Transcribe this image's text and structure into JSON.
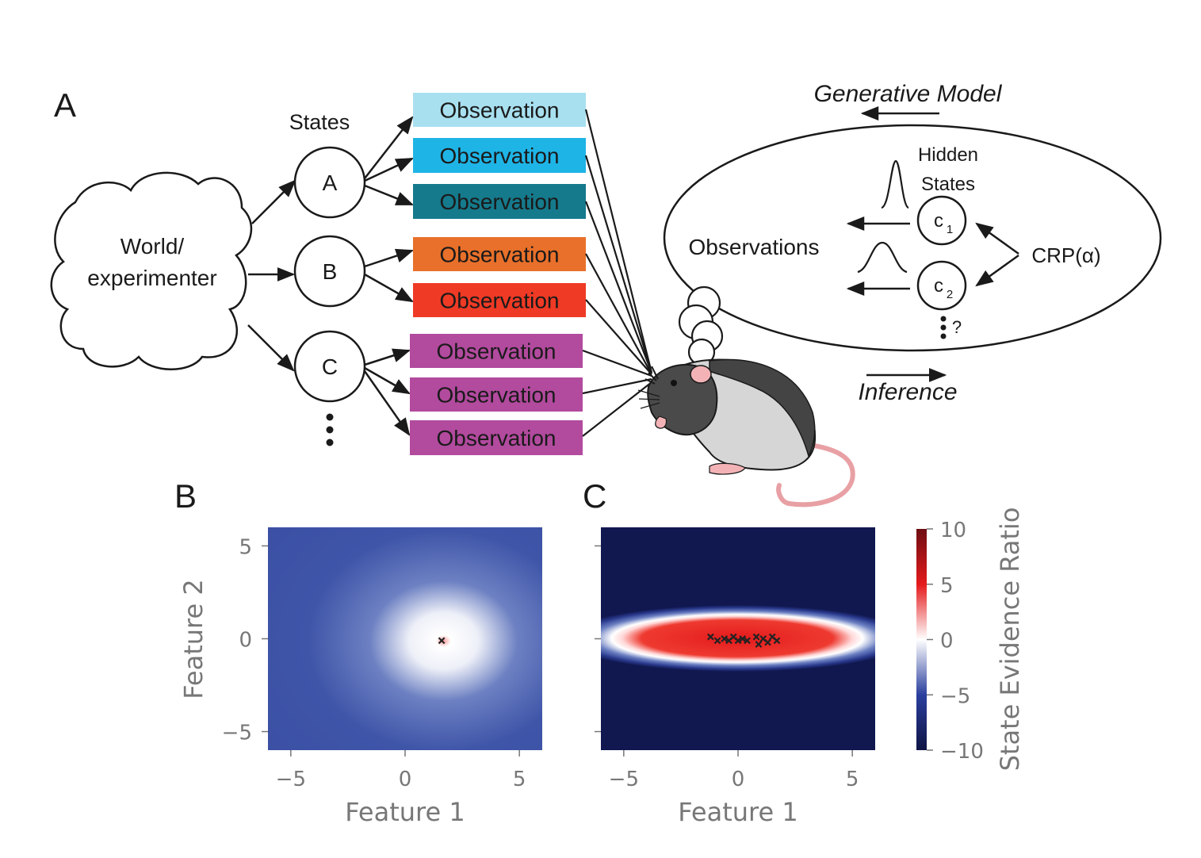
{
  "panels": {
    "a": {
      "letter": "A",
      "world_label_line1": "World/",
      "world_label_line2": "experimenter",
      "states_heading": "States",
      "states": [
        "A",
        "B",
        "C"
      ],
      "observation_label": "Observation",
      "observation_colors": [
        "#a8e0f0",
        "#1fb4e6",
        "#157a8c",
        "#e9702a",
        "#ef3a25",
        "#b24a9e",
        "#b24a9e",
        "#b24a9e"
      ],
      "generative_model_label": "Generative Model",
      "inference_label": "Inference",
      "bubble": {
        "observations_label": "Observations",
        "hidden_states_line1": "Hidden",
        "hidden_states_line2": "States",
        "cluster_1_main": "c",
        "cluster_1_sub": "1",
        "cluster_2_main": "c",
        "cluster_2_sub": "2",
        "prior_label": "CRP(α)",
        "unknown_mark": "?"
      }
    },
    "b": {
      "letter": "B"
    },
    "c": {
      "letter": "C"
    }
  },
  "chart_data": [
    {
      "type": "heatmap",
      "panel": "B",
      "xlabel": "Feature 1",
      "ylabel": "Feature 2",
      "xlim": [
        -6,
        6
      ],
      "ylim": [
        -6,
        6
      ],
      "xticks": [
        -5,
        0,
        5
      ],
      "yticks": [
        -5,
        0,
        5
      ],
      "xtick_labels": [
        "−5",
        "0",
        "5"
      ],
      "ytick_labels": [
        "5",
        "0",
        "−5"
      ],
      "points": [
        [
          1.6,
          -0.1
        ]
      ]
    },
    {
      "type": "heatmap",
      "panel": "C",
      "xlabel": "Feature 1",
      "ylabel": "",
      "xlim": [
        -6,
        6
      ],
      "ylim": [
        -6,
        6
      ],
      "xticks": [
        -5,
        0,
        5
      ],
      "xtick_labels": [
        "−5",
        "0",
        "5"
      ],
      "points": [
        [
          -1.2,
          0.1
        ],
        [
          -0.9,
          -0.1
        ],
        [
          -0.6,
          0.0
        ],
        [
          -0.4,
          -0.1
        ],
        [
          -0.2,
          0.1
        ],
        [
          0.0,
          -0.1
        ],
        [
          0.2,
          0.0
        ],
        [
          0.4,
          -0.1
        ],
        [
          0.8,
          0.1
        ],
        [
          0.9,
          -0.3
        ],
        [
          1.1,
          0.0
        ],
        [
          1.3,
          -0.2
        ],
        [
          1.5,
          0.1
        ],
        [
          1.7,
          -0.1
        ]
      ],
      "colorbar": {
        "label": "State Evidence Ratio",
        "range": [
          -10,
          10
        ],
        "ticks": [
          10,
          5,
          0,
          -5,
          -10
        ],
        "tick_labels": [
          "10",
          "5",
          "0",
          "−5",
          "−10"
        ],
        "colors": [
          "#6e0e12",
          "#e41a1c",
          "#ffffff",
          "#2a3f9e",
          "#0f1444"
        ]
      }
    }
  ]
}
